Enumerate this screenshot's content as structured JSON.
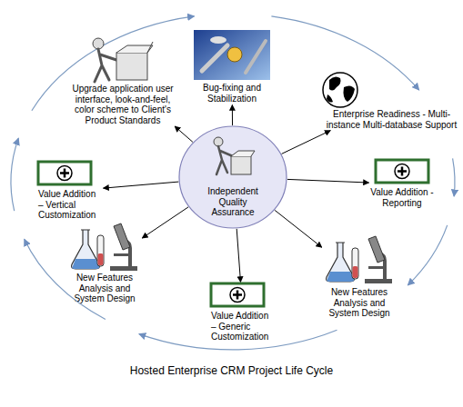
{
  "diagram": {
    "caption": "Hosted Enterprise CRM Project Life Cycle",
    "nodes": [
      {
        "text": [
          "Upgrade application user interface, look-and-feel, color scheme to Client's Product Standards"
        ]
      },
      {
        "text": [
          "Bug-fixing and Stabilization"
        ]
      },
      {
        "text": [
          "Enterprise Readiness - Multi-instance Multi-database Support"
        ]
      },
      {
        "text": [
          "Value Addition – Vertical Customization"
        ]
      },
      {
        "text": [
          "Independent Quality Assurance"
        ]
      },
      {
        "text": [
          "Value Addition - Reporting"
        ]
      },
      {
        "text": [
          "New Features Analysis and System Design"
        ]
      },
      {
        "text": [
          "New Features Analysis and System Design"
        ]
      },
      {
        "text": [
          "Value Addition – Generic Customization"
        ]
      }
    ],
    "edges": [
      {
        "from": 4,
        "to": 0,
        "arrow": "to"
      },
      {
        "from": 4,
        "to": 1,
        "arrow": "to"
      },
      {
        "from": 4,
        "to": 2,
        "arrow": "to"
      },
      {
        "from": 4,
        "to": 3,
        "arrow": "to"
      },
      {
        "from": 4,
        "to": 5,
        "arrow": "to"
      },
      {
        "from": 4,
        "to": 6,
        "arrow": "to"
      },
      {
        "from": 4,
        "to": 7,
        "arrow": "to"
      },
      {
        "from": 4,
        "to": 8,
        "arrow": "to"
      }
    ]
  }
}
